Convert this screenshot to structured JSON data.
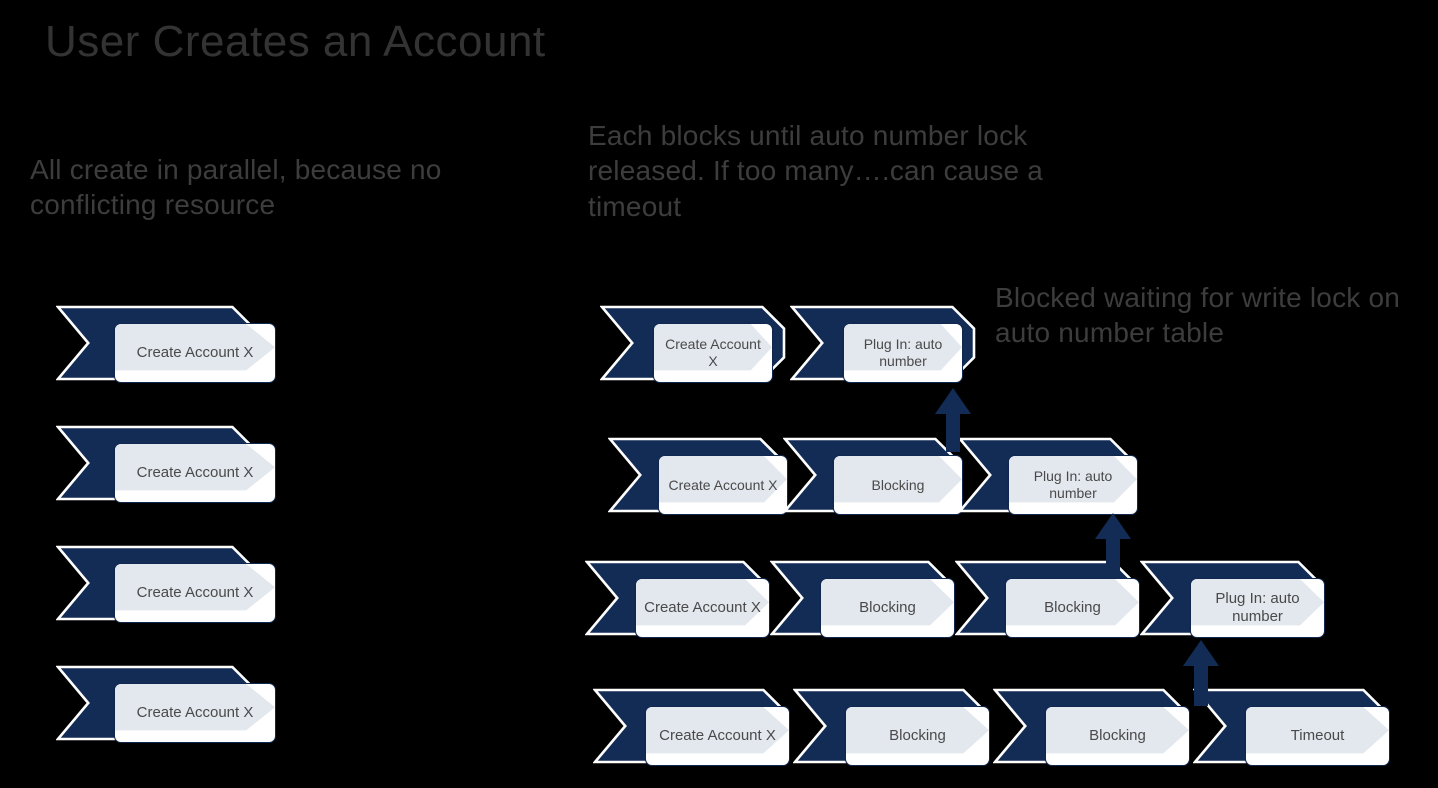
{
  "slide": {
    "title": "User Creates an Account",
    "background_color": "#000000",
    "accent_color": "#122c55",
    "card_color": "#e3e7ee",
    "text_color": "#3d3d3d"
  },
  "notes": {
    "left": "All create in parallel, because no conflicting resource",
    "middle": "Each blocks until auto number lock released. If too many….can cause a timeout",
    "right": "Blocked waiting for write lock on auto number table"
  },
  "left_column": {
    "steps": [
      {
        "label": "Create Account X"
      },
      {
        "label": "Create Account X"
      },
      {
        "label": "Create Account X"
      },
      {
        "label": "Create Account X"
      }
    ]
  },
  "right_diagram": {
    "rows": [
      {
        "steps": [
          {
            "label": "Create Account X"
          },
          {
            "label": "Plug In: auto number"
          }
        ]
      },
      {
        "steps": [
          {
            "label": "Create Account X"
          },
          {
            "label": "Blocking"
          },
          {
            "label": "Plug In: auto number"
          }
        ]
      },
      {
        "steps": [
          {
            "label": "Create Account X"
          },
          {
            "label": "Blocking"
          },
          {
            "label": "Blocking"
          },
          {
            "label": "Plug In: auto number"
          }
        ]
      },
      {
        "steps": [
          {
            "label": "Create Account X"
          },
          {
            "label": "Blocking"
          },
          {
            "label": "Blocking"
          },
          {
            "label": "Timeout"
          }
        ]
      }
    ],
    "connectors": [
      {
        "name": "blocked-arrow-row2-to-row1"
      },
      {
        "name": "blocked-arrow-row3-to-row2"
      },
      {
        "name": "blocked-arrow-row4-to-row3"
      }
    ]
  }
}
